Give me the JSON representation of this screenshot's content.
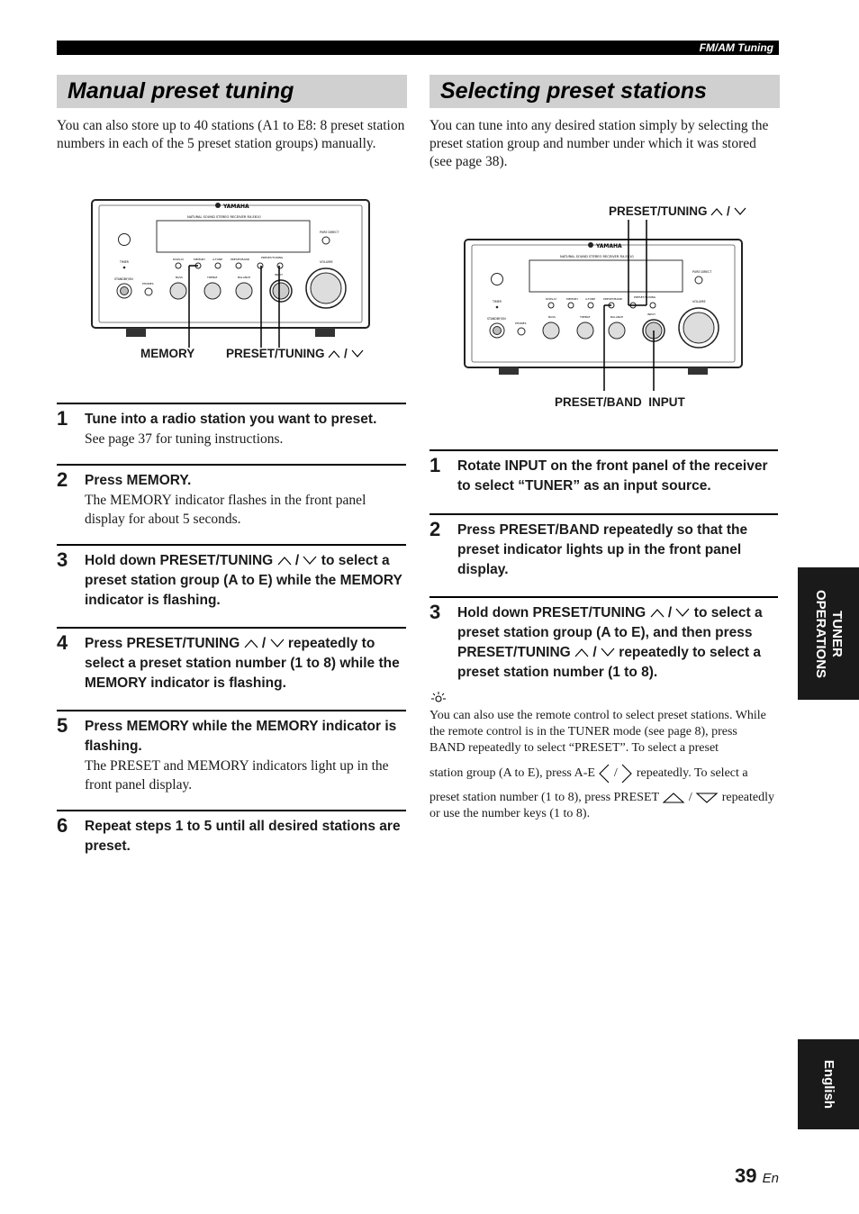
{
  "header": {
    "section_label": "FM/AM Tuning"
  },
  "left": {
    "title": "Manual preset tuning",
    "intro": "You can also store up to 40 stations (A1 to E8: 8 preset station numbers in each of the 5 preset station groups) manually.",
    "diagram_labels": {
      "memory": "MEMORY",
      "preset_tuning": "PRESET/TUNING",
      "slash": "/"
    },
    "steps": [
      {
        "num": "1",
        "heading": "Tune into a radio station you want to preset.",
        "body": "See page 37 for tuning instructions."
      },
      {
        "num": "2",
        "heading": "Press MEMORY.",
        "body": "The MEMORY indicator flashes in the front panel display for about 5 seconds."
      },
      {
        "num": "3",
        "heading_a": "Hold down PRESET/TUNING",
        "heading_b": "to select a preset station group (A to E) while the MEMORY indicator is flashing."
      },
      {
        "num": "4",
        "heading_a": "Press PRESET/TUNING",
        "heading_b": "repeatedly to select a preset station number (1 to 8) while the MEMORY indicator is flashing."
      },
      {
        "num": "5",
        "heading": "Press MEMORY while the MEMORY indicator is flashing.",
        "body": "The PRESET and MEMORY indicators light up in the front panel display."
      },
      {
        "num": "6",
        "heading": "Repeat steps 1 to 5 until all desired stations are preset."
      }
    ]
  },
  "right": {
    "title": "Selecting preset stations",
    "intro": "You can tune into any desired station simply by selecting the preset station group and number under which it was stored (see page 38).",
    "diagram_labels": {
      "preset_tuning": "PRESET/TUNING",
      "slash": "/",
      "bottom": "PRESET/BAND  INPUT"
    },
    "steps": [
      {
        "num": "1",
        "heading": "Rotate INPUT on the front panel of the receiver to select “TUNER” as an input source."
      },
      {
        "num": "2",
        "heading": "Press PRESET/BAND repeatedly so that the preset indicator lights up in the front panel display."
      },
      {
        "num": "3",
        "heading_a": "Hold down PRESET/TUNING",
        "heading_b": "to select a preset station group (A to E), and then press PRESET/TUNING",
        "heading_c": "repeatedly to select a preset station number (1 to 8)."
      }
    ],
    "tip": {
      "line1": "You can also use the remote control to select preset stations. While the remote control is in the TUNER mode (see page 8), press BAND repeatedly to select “PRESET”. To select a preset",
      "line2a": "station group (A to E), press A-E",
      "line2b": "repeatedly. To select a",
      "line3a": "preset station number (1 to 8), press PRESET",
      "line3b": "repeatedly or use the number keys (1 to 8)."
    }
  },
  "receiver": {
    "brand": "YAMAHA",
    "model_line": "NATURAL SOUND STEREO RECEIVER RX-E810",
    "controls": [
      "TIMER",
      "STANDBY/ON",
      "PHONES",
      "DISPLAY",
      "MEMORY",
      "A-TONE",
      "PRESET/BAND",
      "PRESET/TUNING",
      "BASS",
      "TREBLE",
      "BALANCE",
      "INPUT",
      "VOLUME",
      "PURE DIRECT"
    ]
  },
  "sidebar": {
    "tab1": "TUNER OPERATIONS",
    "tab1_line1": "TUNER",
    "tab1_line2": "OPERATIONS",
    "tab2": "English"
  },
  "footer": {
    "page_number": "39",
    "lang": "En"
  }
}
